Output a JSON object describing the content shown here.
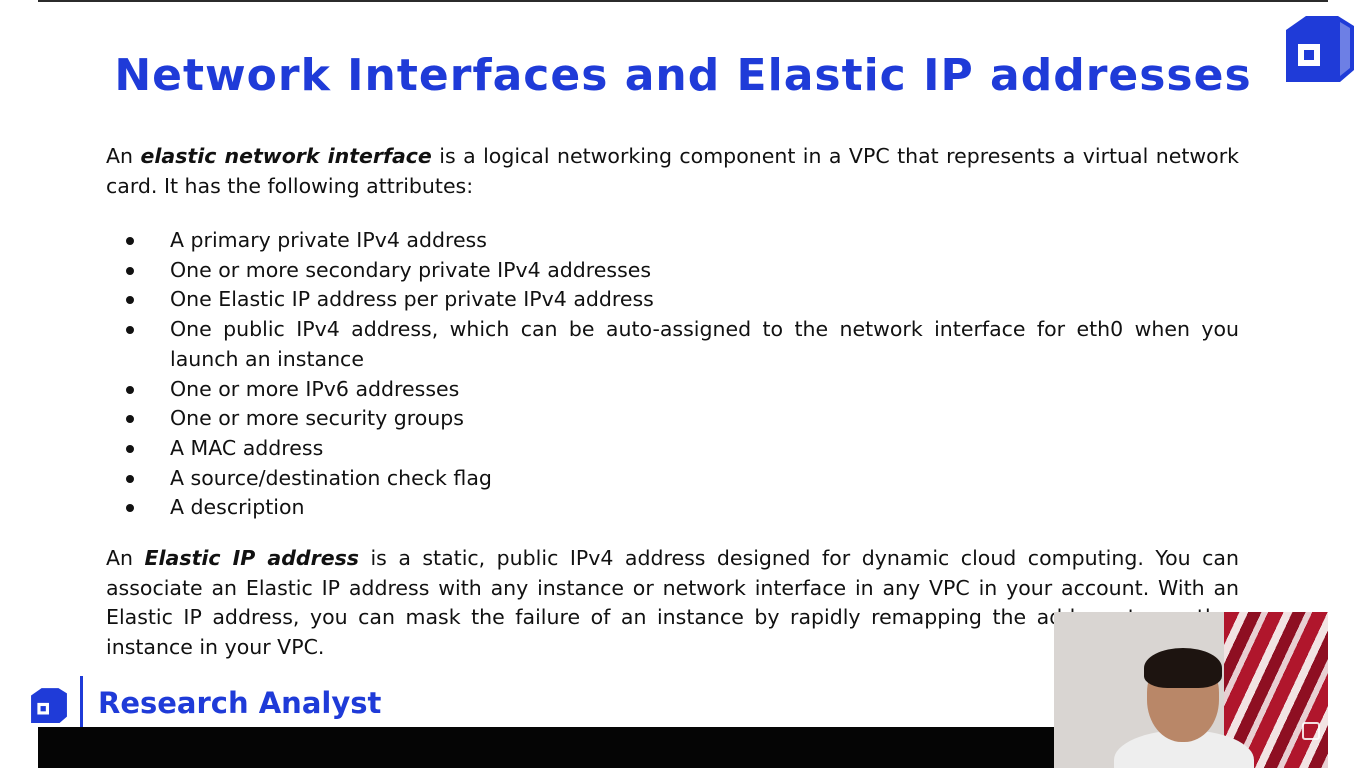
{
  "slide": {
    "title": "Network Interfaces and Elastic IP addresses",
    "intro": {
      "lead": "An ",
      "term": "elastic network interface",
      "rest": " is a logical networking component in a VPC that represents a virtual network card. It has the following attributes:"
    },
    "attributes": [
      "A primary private IPv4 address",
      "One or more secondary private IPv4 addresses",
      "One Elastic IP address per private IPv4 address",
      "One public IPv4 address, which can be auto-assigned to the network interface for eth0 when you launch an instance",
      "One or more IPv6 addresses",
      "One or more security groups",
      "A MAC address",
      "A source/destination check flag",
      "A description"
    ],
    "eip": {
      "lead": "An ",
      "term": "Elastic IP address",
      "rest": " is a static, public IPv4 address designed for dynamic cloud computing. You can associate an Elastic IP address with any instance or network interface in any VPC in your account. With an Elastic IP address, you can mask the failure of an instance by rapidly remapping the address to another instance in your VPC."
    }
  },
  "brand": {
    "name": "Research Analyst"
  },
  "colors": {
    "accent": "#1f3bd8",
    "bottom_bar": "#050505"
  },
  "icons": {
    "top_logo": "brand-logo-icon",
    "bottom_logo": "brand-logo-icon",
    "webcam_control": "fullscreen-icon"
  }
}
